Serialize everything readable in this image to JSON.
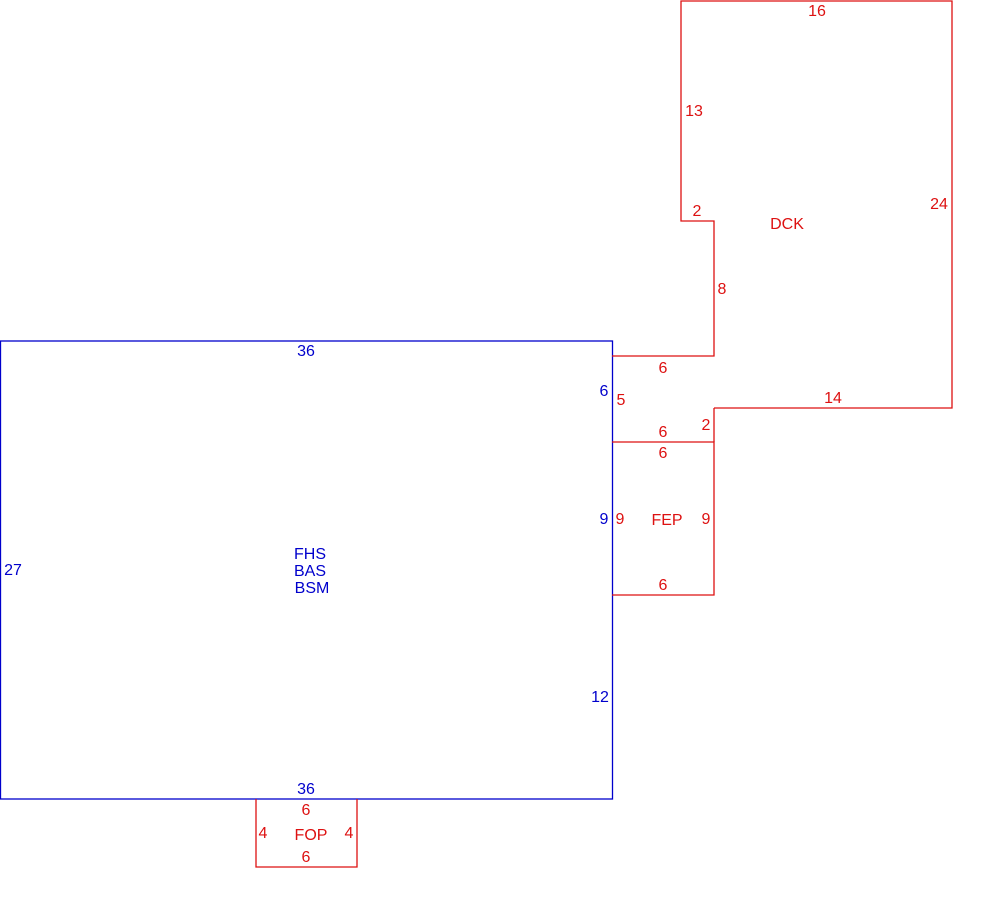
{
  "colors": {
    "main_structure": "#0000cc",
    "additions": "#dd1111",
    "background": "#ffffff"
  },
  "main_structure": {
    "codes": [
      "FHS",
      "BAS",
      "BSM"
    ],
    "dimensions": {
      "top": "36",
      "bottom": "36",
      "left": "27",
      "right_upper": "6",
      "right_middle": "9",
      "right_lower": "12"
    }
  },
  "dck": {
    "code": "DCK",
    "dimensions": {
      "top": "16",
      "left_upper": "13",
      "notch": "2",
      "left_lower": "8",
      "bottom_connector": "6",
      "right": "24",
      "bottom": "14"
    }
  },
  "connector": {
    "dimensions": {
      "left": "5",
      "right": "2",
      "bottom": "6"
    }
  },
  "fep": {
    "code": "FEP",
    "dimensions": {
      "top": "6",
      "left": "9",
      "right": "9",
      "bottom": "6"
    }
  },
  "fop": {
    "code": "FOP",
    "dimensions": {
      "top": "6",
      "left": "4",
      "right": "4",
      "bottom": "6"
    }
  }
}
